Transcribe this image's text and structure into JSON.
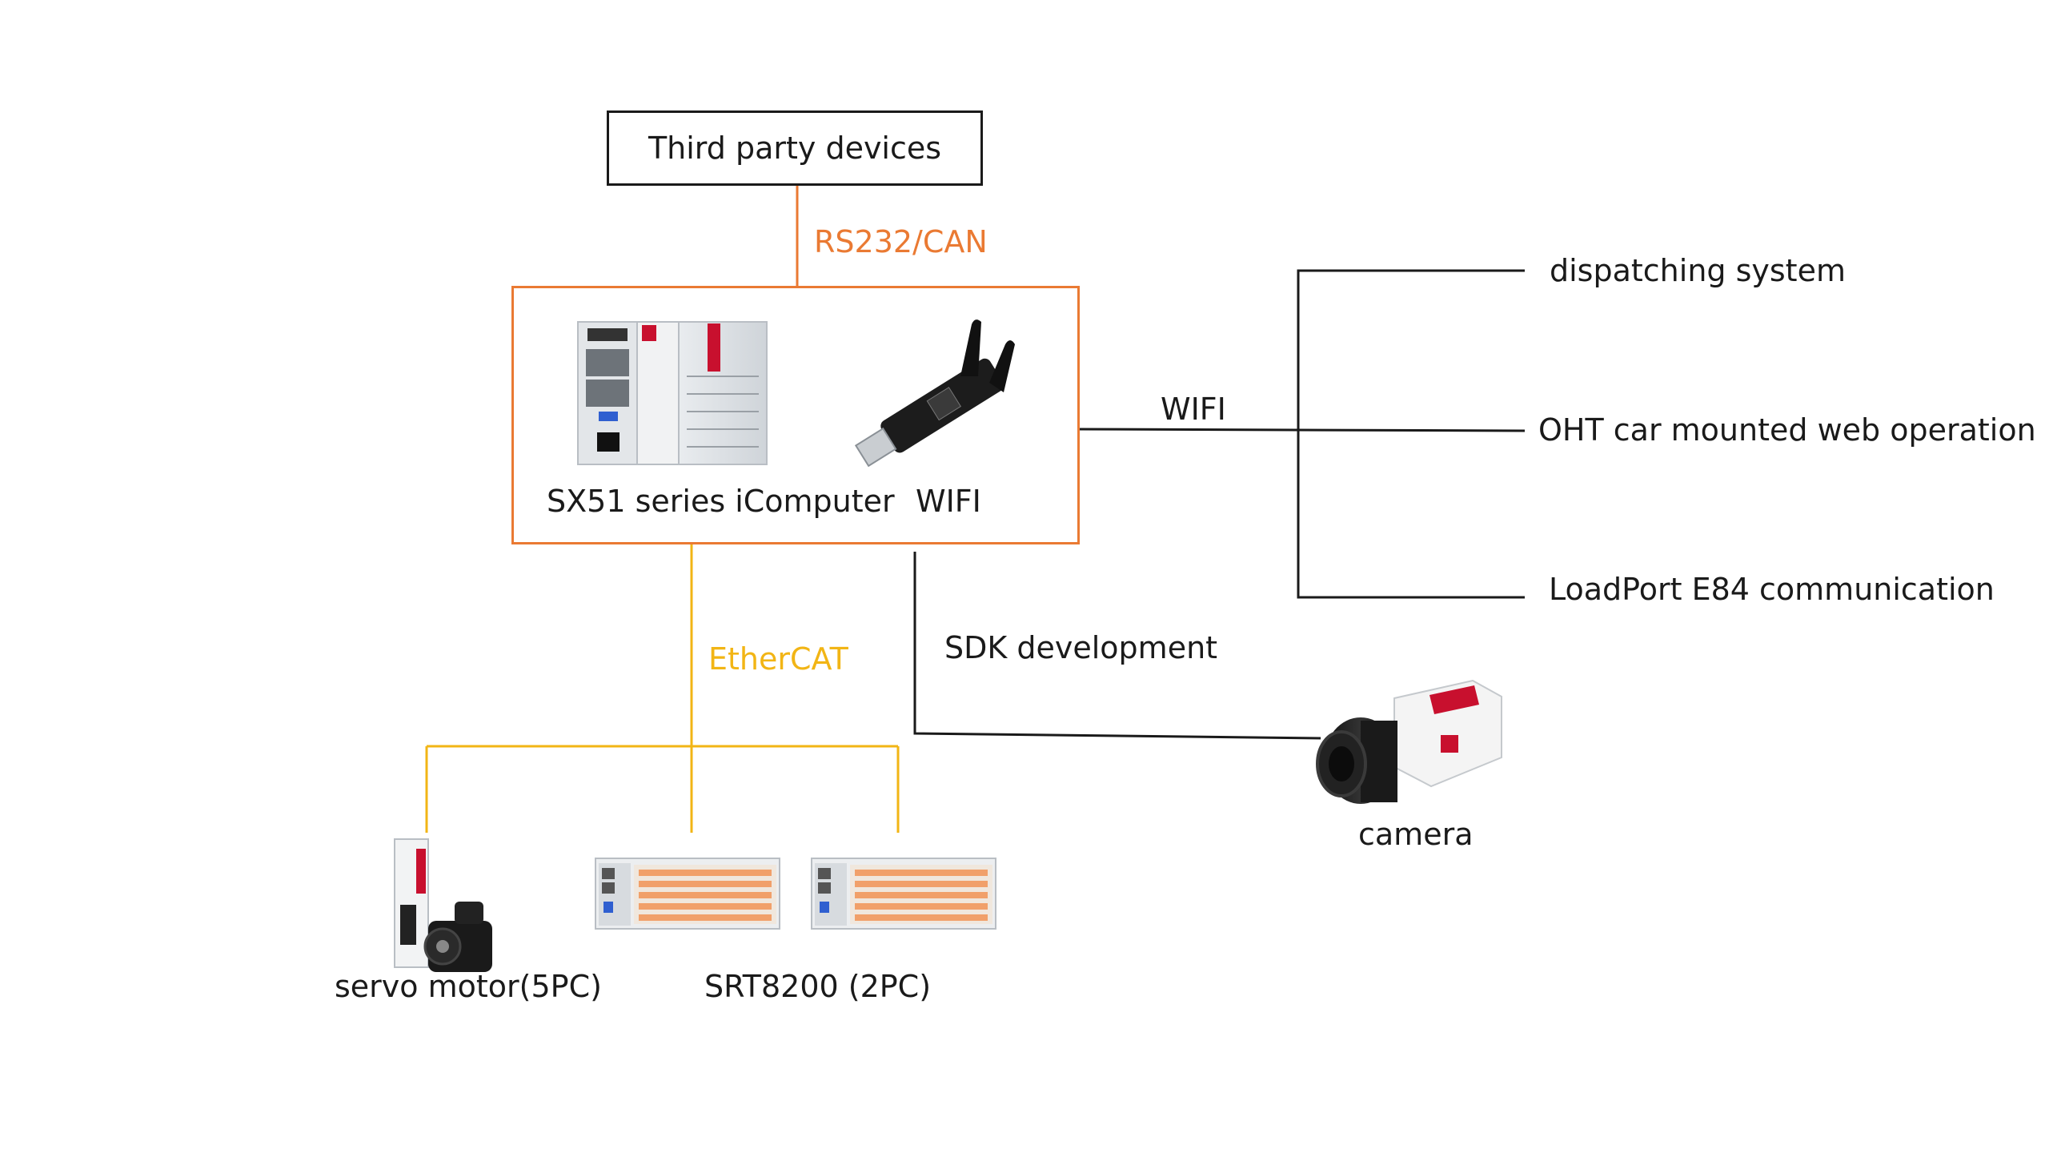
{
  "third_party": {
    "label": "Third party devices"
  },
  "links": {
    "rs232": "RS232/CAN",
    "ethercat": "EtherCAT",
    "wifi": "WIFI",
    "sdk": "SDK development"
  },
  "controller": {
    "computer_label": "SX51 series iComputer",
    "wifi_label": "WIFI"
  },
  "wifi_targets": [
    "dispatching system",
    "OHT car mounted web operation",
    "LoadPort E84 communication"
  ],
  "devices": {
    "servo_label": "servo motor(5PC)",
    "srt_label": "SRT8200 (2PC)",
    "camera_label": "camera"
  },
  "colors": {
    "orange": "#ea7a33",
    "yellow": "#f2b515",
    "line": "#1a1a1a",
    "brand_red": "#c8102e"
  }
}
